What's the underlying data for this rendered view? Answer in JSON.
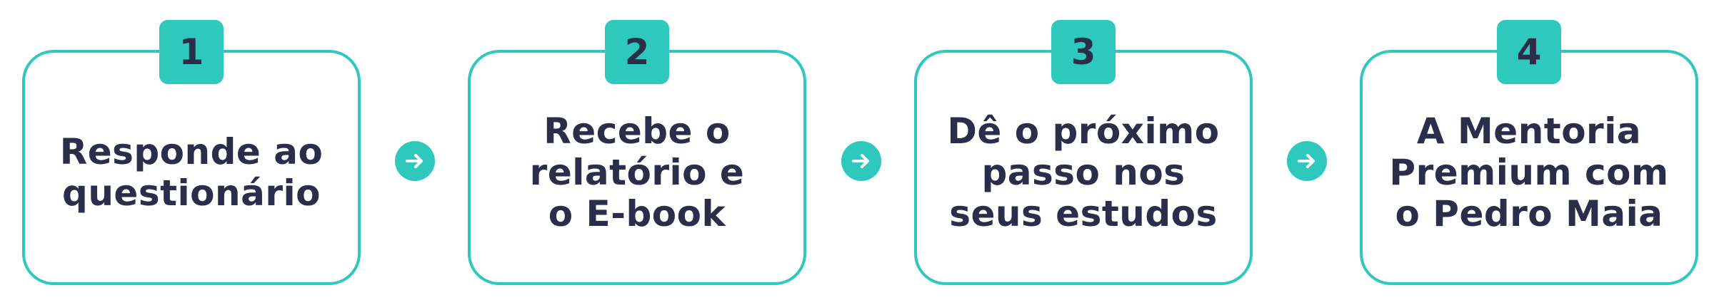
{
  "colors": {
    "accent": "#2ec8bd",
    "text": "#2b2d4a",
    "background": "#ffffff"
  },
  "steps": [
    {
      "number": "1",
      "text": "Responde ao\nquestionário"
    },
    {
      "number": "2",
      "text": "Recebe o\nrelatório e\no E-book"
    },
    {
      "number": "3",
      "text": "Dê o próximo\npasso nos\nseus estudos"
    },
    {
      "number": "4",
      "text": "A Mentoria\nPremium com\no Pedro Maia"
    }
  ],
  "arrows": [
    {
      "icon": "arrow-right-icon"
    },
    {
      "icon": "arrow-right-icon"
    },
    {
      "icon": "arrow-right-icon"
    }
  ]
}
